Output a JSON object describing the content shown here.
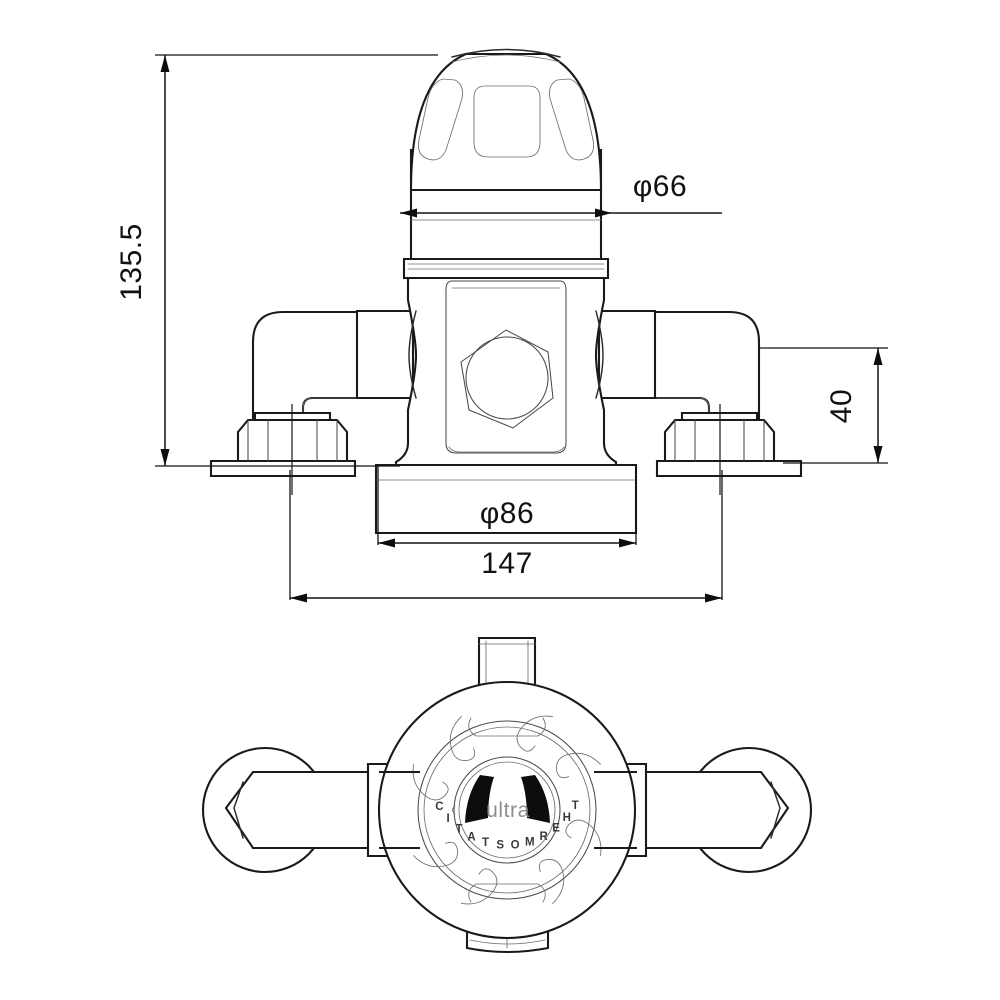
{
  "document": {
    "type": "technical-drawing",
    "subject": "Thermostatic exposed shower valve",
    "views": [
      "front-elevation",
      "plan-view"
    ],
    "background_color": "#ffffff",
    "line_color": "#1a1a1a",
    "units": "mm"
  },
  "dimensions": {
    "height_overall": {
      "label": "135.5",
      "orientation": "vertical",
      "position": "left",
      "rotated_deg": -90
    },
    "cap_diameter": {
      "label": "φ66",
      "orientation": "horizontal",
      "position": "upper-right"
    },
    "outlet_height": {
      "label": "40",
      "orientation": "vertical",
      "position": "right",
      "rotated_deg": -90
    },
    "body_diameter": {
      "label": "φ86",
      "orientation": "horizontal",
      "position": "bottom-center"
    },
    "width_overall": {
      "label": "147",
      "orientation": "horizontal",
      "position": "bottom"
    }
  },
  "branding": {
    "brand": "ultra",
    "tagline": "THERMOSTATIC",
    "tagline_letters": [
      "T",
      "H",
      "E",
      "R",
      "M",
      "O",
      "S",
      "T",
      "A",
      "T",
      "I",
      "C"
    ],
    "logo_mark": "two-black-wedges",
    "text_color": "#8d8d8d",
    "mark_color": "#0d0d0d"
  },
  "elevation_view": {
    "name": "front-elevation",
    "components": [
      {
        "name": "domed-cap",
        "detail": "three recessed pads"
      },
      {
        "name": "knurled-collar"
      },
      {
        "name": "valve-body",
        "detail": "recessed panel with hexagon and circle"
      },
      {
        "name": "left-elbow"
      },
      {
        "name": "right-elbow"
      },
      {
        "name": "left-hex-nut"
      },
      {
        "name": "right-hex-nut"
      },
      {
        "name": "left-wall-flange"
      },
      {
        "name": "right-wall-flange"
      },
      {
        "name": "base-flange"
      }
    ]
  },
  "plan_view": {
    "name": "plan-view",
    "components": [
      {
        "name": "outer-body-circle"
      },
      {
        "name": "logo-disc"
      },
      {
        "name": "left-handle"
      },
      {
        "name": "right-handle"
      },
      {
        "name": "top-stem"
      },
      {
        "name": "bottom-tab"
      },
      {
        "name": "radial-slots",
        "count": 8
      },
      {
        "name": "top-pill-recess"
      },
      {
        "name": "bottom-pill-recess"
      }
    ]
  }
}
